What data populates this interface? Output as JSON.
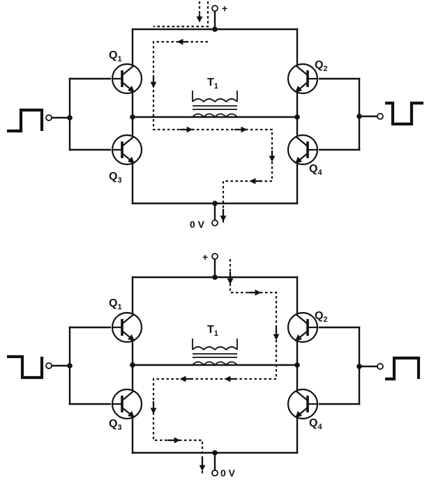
{
  "labels": {
    "q1": "Q",
    "q1_sub": "1",
    "q2": "Q",
    "q2_sub": "2",
    "q3": "Q",
    "q3_sub": "3",
    "q4": "Q",
    "q4_sub": "4",
    "t1": "T",
    "t1_sub": "1",
    "plus": "+",
    "zero_v": "0 V"
  }
}
